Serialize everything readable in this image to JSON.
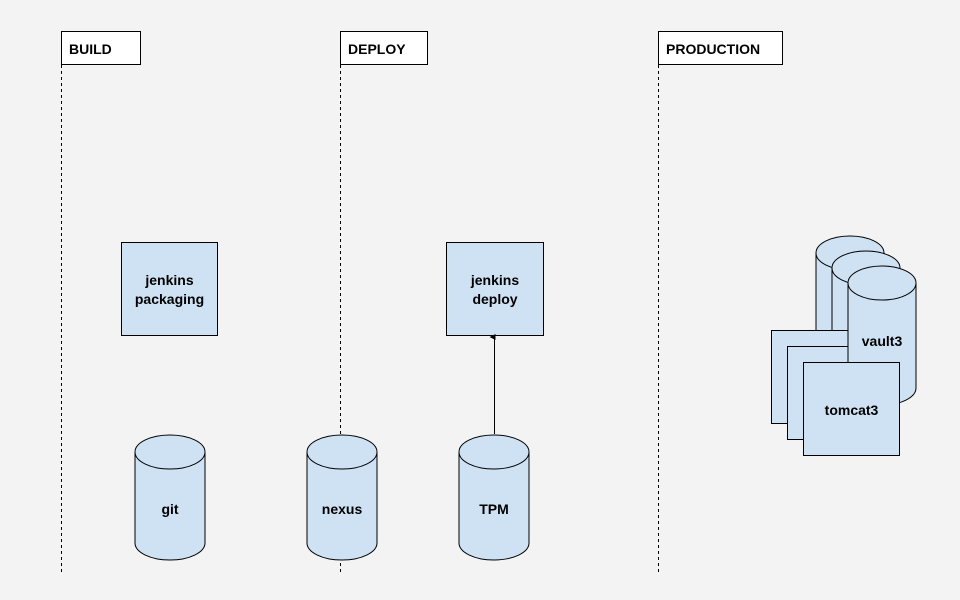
{
  "colors": {
    "background": "#f3f3f3",
    "node_fill": "#cfe2f3",
    "stroke": "#000000",
    "lane_header_fill": "#ffffff"
  },
  "lanes": [
    {
      "label": "BUILD"
    },
    {
      "label": "DEPLOY"
    },
    {
      "label": "PRODUCTION"
    }
  ],
  "nodes": {
    "jenkins_packaging": [
      "jenkins",
      "packaging"
    ],
    "jenkins_deploy": [
      "jenkins",
      "deploy"
    ],
    "git": "git",
    "nexus": "nexus",
    "tpm": "TPM",
    "vault_front": "vault3",
    "tomcat_front": "tomcat3"
  },
  "edges": [
    {
      "from": "TPM",
      "to": "jenkins deploy"
    }
  ]
}
